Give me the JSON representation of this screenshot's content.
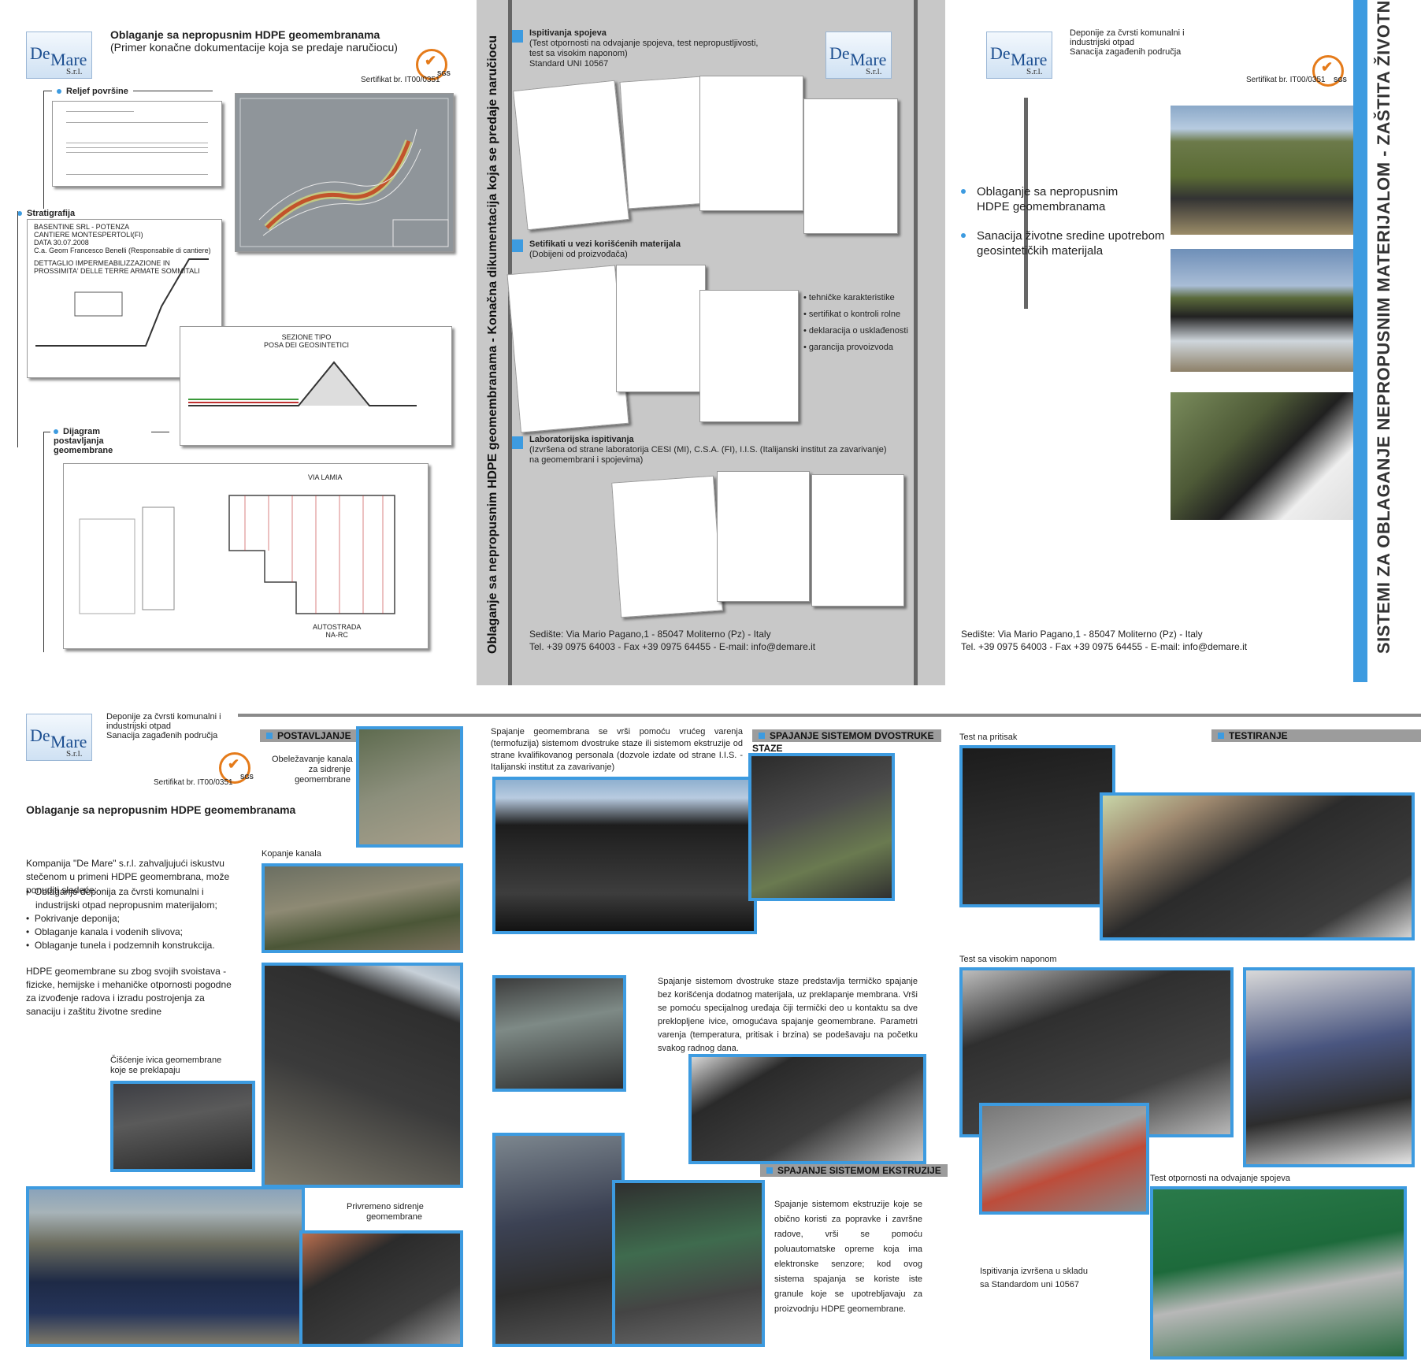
{
  "brand": {
    "de": "De",
    "mare": "Mare",
    "srl": "S.r.l.",
    "sgs": "SGS",
    "certificate": "Sertifikat br. IT00/0351"
  },
  "panel1": {
    "title": "Oblaganje sa nepropusnim HDPE geomembranama",
    "subtitle": "(Primer konačne dokumentacije koja se predaje naručiocu)",
    "relief_label": "Reljef površine",
    "strat_label": "Stratigrafija",
    "diagram_label": "Dijagram postavljanja geomembrane",
    "strat_doc": {
      "line1": "BASENTINE SRL - POTENZA",
      "line2": "CANTIERE MONTESPERTOLI(FI)",
      "line3": "DATA 30.07.2008",
      "line4": "C.a. Geom Francesco Benelli (Responsabile di cantiere)",
      "line5": "DETTAGLIO IMPERMEABILIZZAZIONE IN",
      "line6": "PROSSIMITA' DELLE TERRE ARMATE SOMMITALI"
    },
    "section_title": "SEZIONE TIPO",
    "section_sub": "POSA DEI GEOSINTETICI",
    "diagram_top": "VIA LAMIA",
    "diagram_bottom": "AUTOSTRADA\nNA-RC"
  },
  "panel2": {
    "vertical_title": "Oblaganje sa nepropusnim HDPE geomembranama - Konačna dikumentacija koja se predaje naručiocu",
    "s1_title": "Ispitivanja spojeva",
    "s1_sub1": "(Test otpornosti na odvajanje spojeva, test nepropustljivosti,",
    "s1_sub2": "test sa visokim naponom)",
    "s1_sub3": "Standard UNI 10567",
    "s2_title": "Setifikati u vezi korišćenih materijala",
    "s2_sub": "(Dobijeni od proizvođača)",
    "s2_bullets": [
      "tehničke karakteristike",
      "sertifikat o kontroli rolne",
      "deklaracija o usklađenosti",
      "garancija provoizvoda"
    ],
    "s3_title": "Laboratorijska ispitivanja",
    "s3_sub1": "(Izvršena od strane laboratorija CESI (MI), C.S.A. (FI), I.I.S. (Italijanski institut za zavarivanje)",
    "s3_sub2": "na geomembrani i spojevima)",
    "address1": "Sedište: Via Mario Pagano,1 - 85047 Moliterno (Pz) - Italy",
    "address2": "Tel. +39 0975 64003 - Fax +39 0975 64455 - E-mail: info@demare.it"
  },
  "panel3": {
    "header1": "Deponije za čvrsti komunalni i",
    "header2": "industrijski otpad",
    "header3": "Sanacija zagađenih područja",
    "bullet1a": "Oblaganje sa nepropusnim",
    "bullet1b": "HDPE geomembranama",
    "bullet2a": "Sanacija životne sredine upotrebom",
    "bullet2b": "geosintetičkih materijala",
    "vertical_title": "SISTEMI ZA OBLAGANJE NEPROPUSNIM MATERIJALOM - ZAŠTITA ŽIVOTNE SREDINE",
    "address1": "Sedište: Via Mario Pagano,1 - 85047 Moliterno (Pz) - Italy",
    "address2": "Tel. +39 0975 64003 - Fax +39 0975 64455 - E-mail: info@demare.it"
  },
  "panel4": {
    "header1": "Deponije za čvrsti komunalni i",
    "header2": "industrijski otpad",
    "header3": "Sanacija zagađenih područja",
    "title": "Oblaganje sa nepropusnim HDPE geomembranama",
    "intro": "Kompanija \"De Mare\" s.r.l. zahvaljujući iskustvu stečenom u primeni HDPE geomembrana, može ponuditi sledeće:",
    "list": [
      "Oblaganje deponija za čvrsti komunalni i industrijski otpad nepropusnim materijalom;",
      "Pokrivanje deponija;",
      "Oblaganje kanala i vodenih slivova;",
      "Oblaganje tunela i podzemnih konstrukcija."
    ],
    "para2": "HDPE geomembrane su zbog svojih svoistava - fizicke, hemijske i mehaničke otpornosti pogodne za izvođenje radova i izradu postrojenja za sanaciju i zaštitu životne sredine",
    "postavljanje": "POSTAVLJANJE",
    "cap_obelezavanje": "Obeležavanje kanala\nza sidrenje\ngeomembrane",
    "cap_kopanje": "Kopanje kanala",
    "cap_ciscenje": "Čišćenje ivica geomembrane\nkoje se preklapaju",
    "cap_sidrenje": "Privremeno sidrenje\ngeomembrane"
  },
  "panel5": {
    "intro": "Spajanje geomembrana se vrši pomoću vrućeg varenja (termofuzija) sistemom dvostruke staze ili sistemom ekstruzije od strane kvalifikovanog personala (dozvole izdate od strane I.I.S. - Italijanski institut za zavarivanje)",
    "hdr_dvostruke": "SPAJANJE SISTEMOM DVOSTRUKE  STAZE",
    "para_dvostruke": "Spajanje sistemom dvostruke staze predstavlja termičko spajanje bez korišćenja dodatnog materijala, uz preklapanje membrana. Vrši se pomoću specijalnog uređaja čiji termički deo u kontaktu sa dve preklopljene ivice, omogućava spajanje geomembrane. Parametri varenja (temperatura, pritisak  i brzina) se podešavaju na početku svakog radnog dana.",
    "hdr_ekstruzije": "SPAJANJE SISTEMOM EKSTRUZIJE",
    "para_ekstruzije": "Spajanje sistemom ekstruzije koje se obično koristi za popravke i završne radove, vrši se pomoću poluautomatske opreme koja ima elektronske senzore; kod ovog sistema spajanja se koriste iste granule koje se upotrebljavaju za proizvodnju HDPE geomembrane."
  },
  "panel6": {
    "cap_pritisak": "Test na pritisak",
    "hdr_testiranje": "TESTIRANJE",
    "cap_napon": "Test sa visokim naponom",
    "cap_odvajanje": "Test otpornosti na odvajanje spojeva",
    "cap_standard1": "Ispitivanja izvršena u skladu",
    "cap_standard2": "sa Standardom uni 10567"
  },
  "colors": {
    "accent_blue": "#3d9be0",
    "panel_gray": "#c8c8c8",
    "header_gray": "#9c9c9c"
  }
}
